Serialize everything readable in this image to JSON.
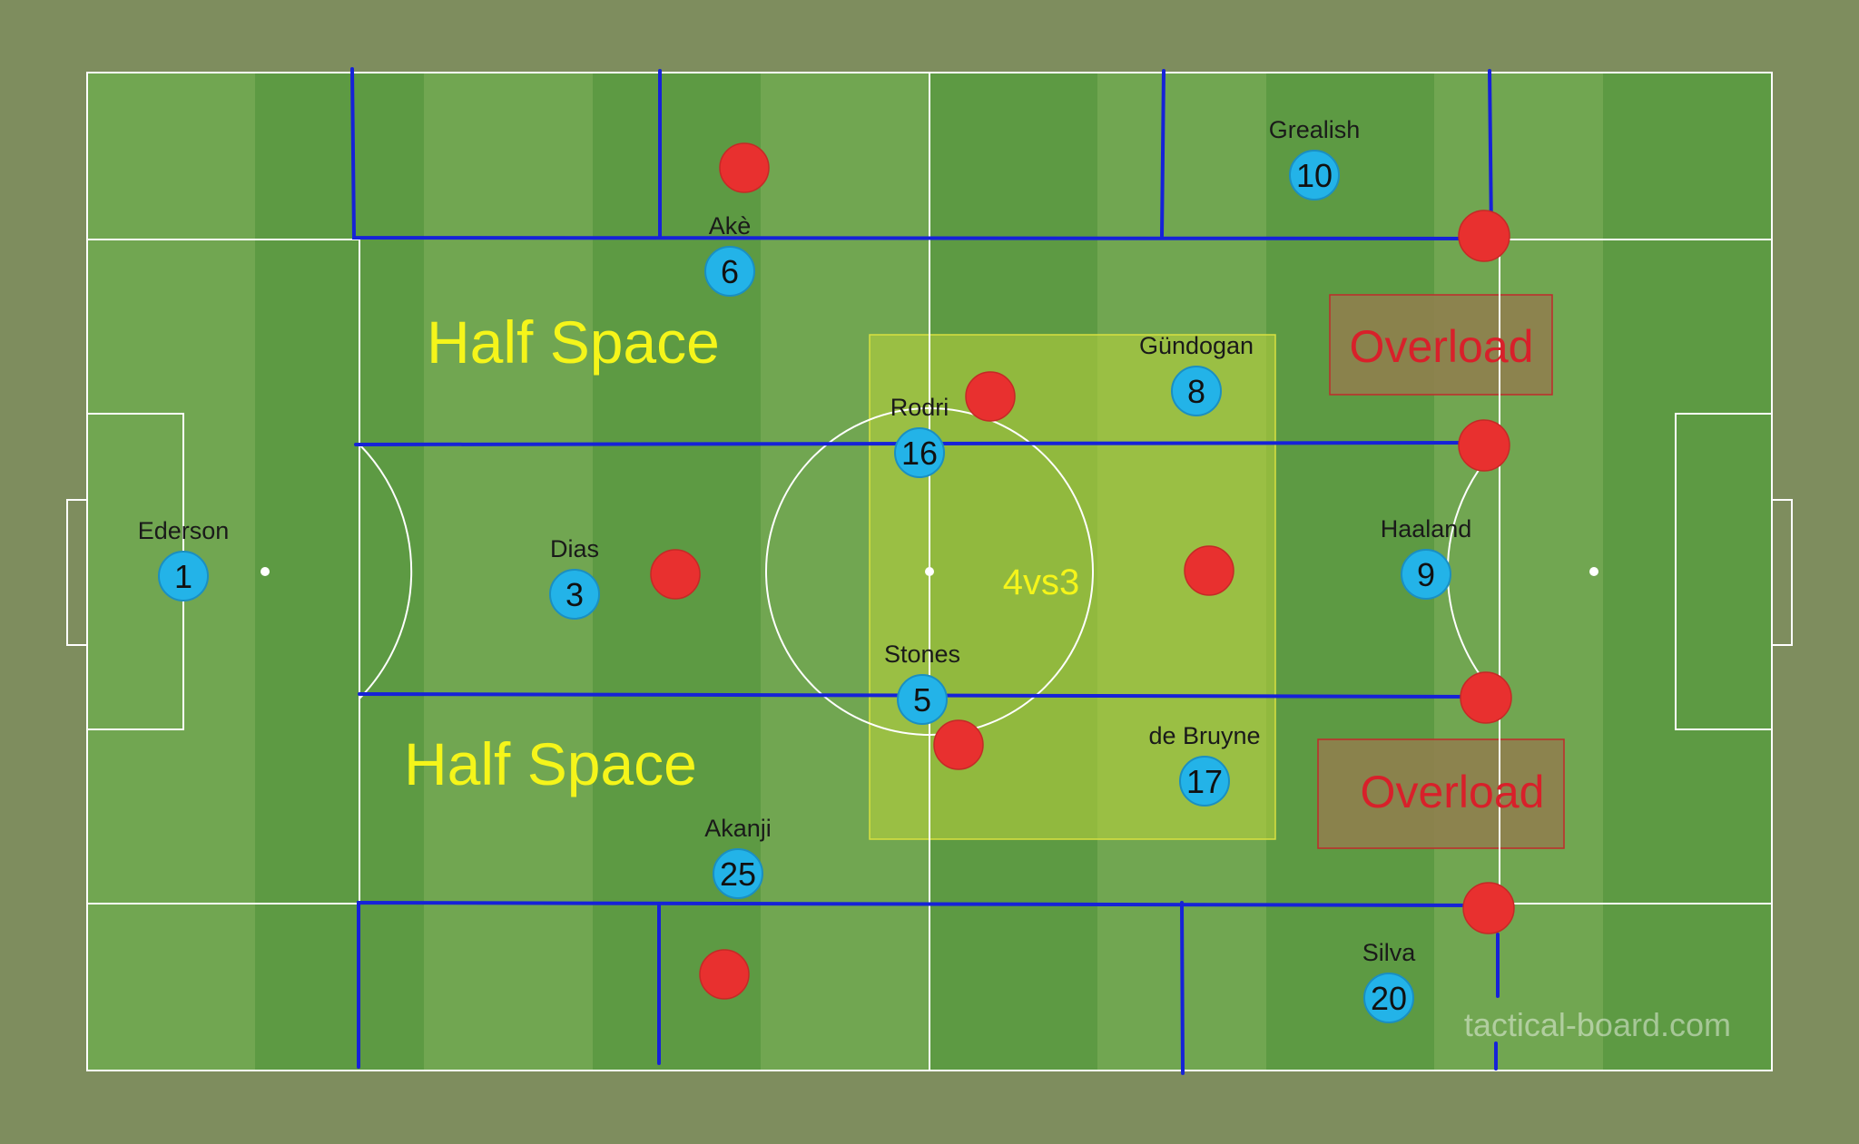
{
  "players_home": [
    {
      "name": "Ederson",
      "number": "1"
    },
    {
      "name": "Dias",
      "number": "3"
    },
    {
      "name": "Akè",
      "number": "6"
    },
    {
      "name": "Akanji",
      "number": "25"
    },
    {
      "name": "Rodri",
      "number": "16"
    },
    {
      "name": "Stones",
      "number": "5"
    },
    {
      "name": "Gündogan",
      "number": "8"
    },
    {
      "name": "de Bruyne",
      "number": "17"
    },
    {
      "name": "Grealish",
      "number": "10"
    },
    {
      "name": "Silva",
      "number": "20"
    },
    {
      "name": "Haaland",
      "number": "9"
    }
  ],
  "annotations": {
    "half_space_top": "Half Space",
    "half_space_bottom": "Half Space",
    "overload_top": "Overload",
    "overload_bottom": "Overload",
    "numbers_box": "4vs3"
  },
  "watermark": "tactical-board.com",
  "colors": {
    "background": "#7e8d5e",
    "pitch_light": "#71a651",
    "pitch_dark": "#5d9a43",
    "line_white": "#ffffff",
    "zone_line": "#1622d8",
    "home_player": "#23b3e8",
    "opponent": "#e8302f",
    "highlight_box": "#bcd43a",
    "annotation_yellow": "#f5f51a",
    "overload_text": "#d8202a",
    "overload_box": "#8f7f4e"
  }
}
